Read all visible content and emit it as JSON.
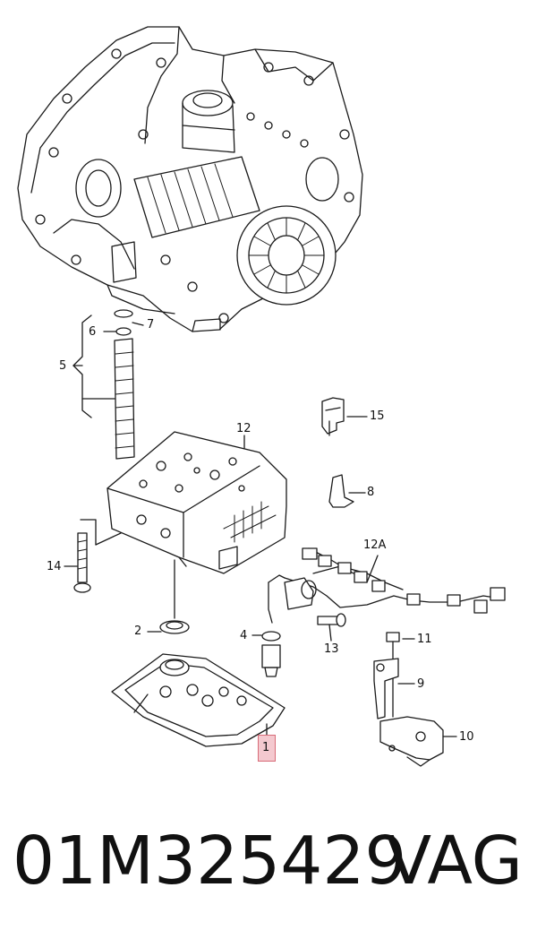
{
  "callouts": {
    "c1": "1",
    "c2": "2",
    "c4": "4",
    "c5": "5",
    "c6": "6",
    "c7": "7",
    "c8": "8",
    "c9": "9",
    "c10": "10",
    "c11": "11",
    "c12": "12",
    "c12a": "12A",
    "c13": "13",
    "c14": "14",
    "c15": "15"
  },
  "caption": {
    "part_number": "01M325429",
    "brand": "VAG"
  },
  "colors": {
    "line": "#1a1a1a",
    "highlight_fill": "#f4c9cf",
    "highlight_border": "#d86b78"
  }
}
